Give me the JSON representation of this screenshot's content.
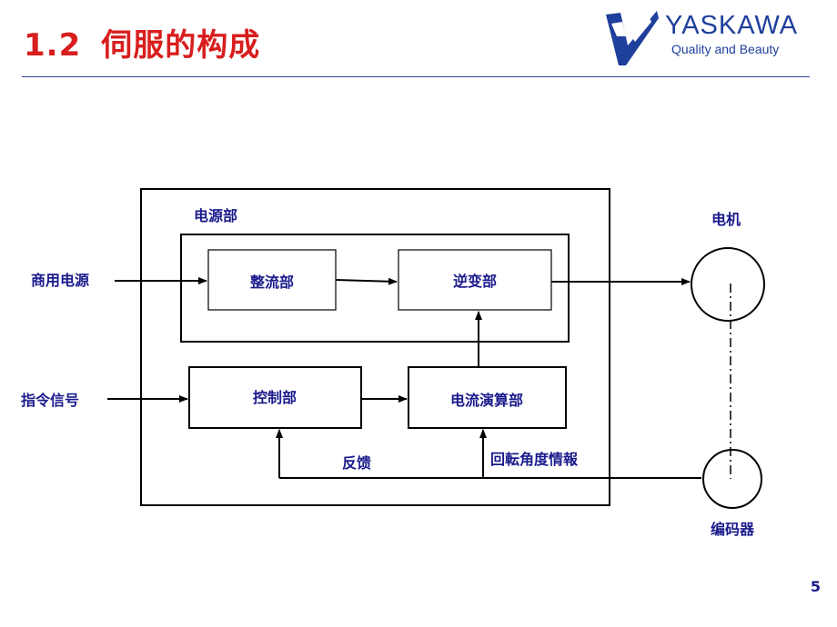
{
  "header": {
    "section_number": "1.2",
    "title": "伺服的构成",
    "brand": "YASKAWA",
    "tagline": "Quality and Beauty"
  },
  "diagram": {
    "outer_group_label": "电源部",
    "blocks": {
      "rectifier": "整流部",
      "inverter": "逆变部",
      "controller": "控制部",
      "current_calc": "电流演算部"
    },
    "inputs": {
      "commercial_power": "商用电源",
      "command_signal": "指令信号"
    },
    "devices": {
      "motor": "电机",
      "encoder": "编码器"
    },
    "signals": {
      "feedback": "反馈",
      "rotation_info": "回転角度情報"
    }
  },
  "footer": {
    "page_number": "5"
  },
  "colors": {
    "title_red": "#d81e1e",
    "brand_blue": "#1f3f9c",
    "label_navy": "#1a1a8c",
    "line_black": "#000000"
  }
}
